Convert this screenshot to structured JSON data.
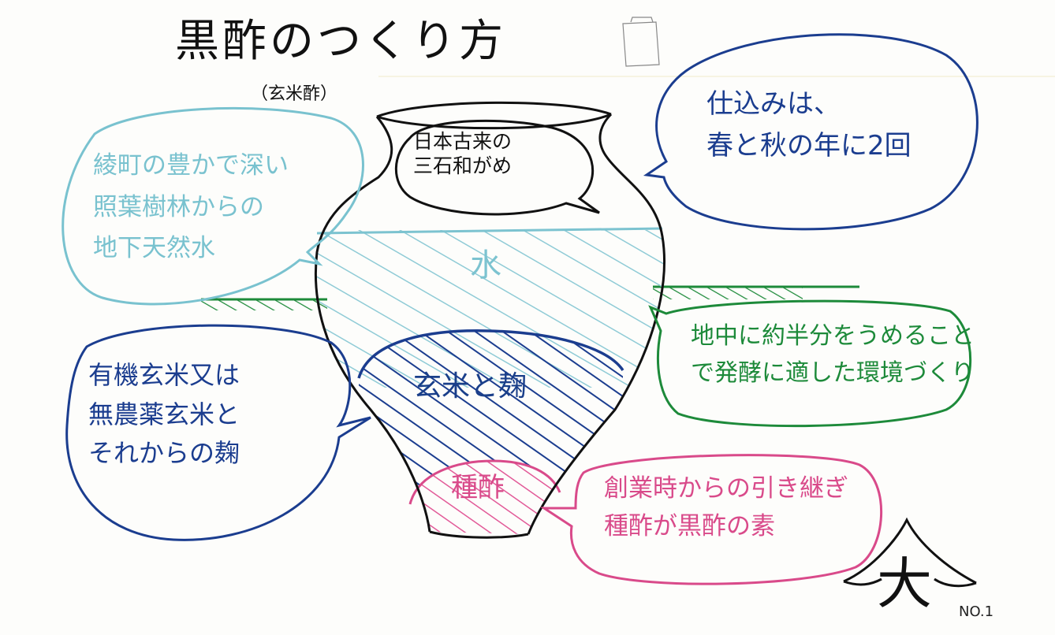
{
  "title": "黒酢のつくり方",
  "subtitle": "（玄米酢）",
  "jar": {
    "label_line1": "日本古来の",
    "label_line2": "三石和がめ",
    "water": "水",
    "rice_koji": "玄米と麹",
    "seed_vinegar": "種酢"
  },
  "bubbles": {
    "water_source": {
      "line1": "綾町の豊かで深い",
      "line2": "照葉樹林からの",
      "line3": "地下天然水"
    },
    "season": {
      "line1": "仕込みは、",
      "line2": "春と秋の年に2回"
    },
    "ground": {
      "line1": "地中に約半分をうめること",
      "line2": "で発酵に適した環境づくり"
    },
    "rice": {
      "line1": "有機玄米又は",
      "line2": "無農薬玄米と",
      "line3": "それからの麹"
    },
    "seed": {
      "line1": "創業時からの引き継ぎ",
      "line2": "種酢が黒酢の素"
    }
  },
  "stamp": {
    "char": "大",
    "number": "NO.1"
  },
  "colors": {
    "ink": "#111111",
    "water": "#7cc3d0",
    "navy": "#1b3d8f",
    "green": "#1d8a3a",
    "pink": "#d94a8a"
  }
}
